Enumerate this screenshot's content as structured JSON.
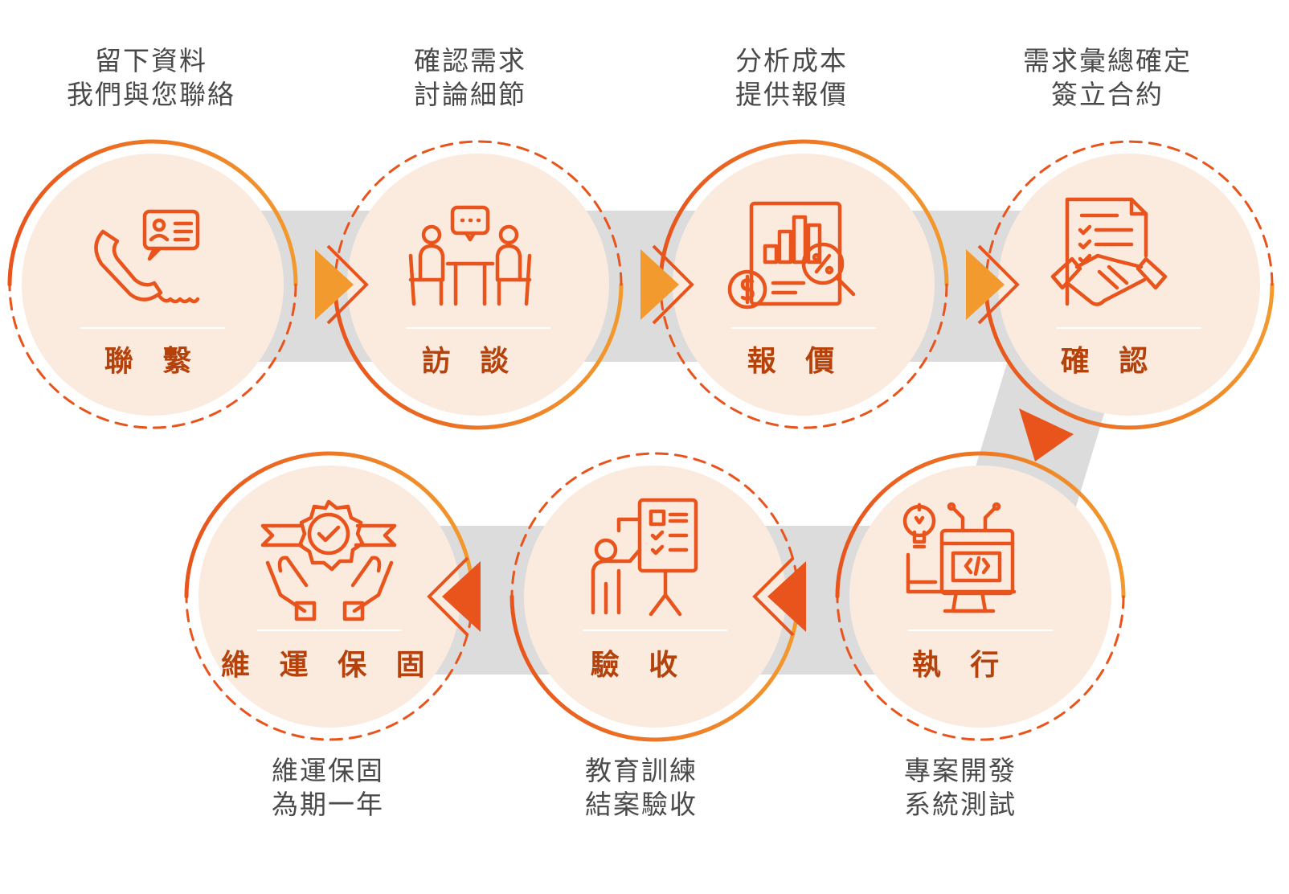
{
  "colors": {
    "accent": "#e8541c",
    "accent_light": "#f29a2e",
    "circle_fill": "#fbeade",
    "band": "#dcdcdc",
    "label": "#b5410b",
    "text": "#4a4a4a"
  },
  "steps": [
    {
      "label": "聯 繫",
      "line1": "留下資料",
      "line2": "我們與您聯絡",
      "icon": "phone-contact-icon"
    },
    {
      "label": "訪 談",
      "line1": "確認需求",
      "line2": "討論細節",
      "icon": "meeting-icon"
    },
    {
      "label": "報 價",
      "line1": "分析成本",
      "line2": "提供報價",
      "icon": "quotation-icon"
    },
    {
      "label": "確 認",
      "line1": "需求彙總確定",
      "line2": "簽立合約",
      "icon": "contract-handshake-icon"
    },
    {
      "label": "執 行",
      "line1": "專案開發",
      "line2": "系統測試",
      "icon": "development-icon"
    },
    {
      "label": "驗 收",
      "line1": "教育訓練",
      "line2": "結案驗收",
      "icon": "presentation-icon"
    },
    {
      "label": "維 運 保 固",
      "line1": "維運保固",
      "line2": "為期一年",
      "icon": "warranty-badge-icon"
    }
  ]
}
